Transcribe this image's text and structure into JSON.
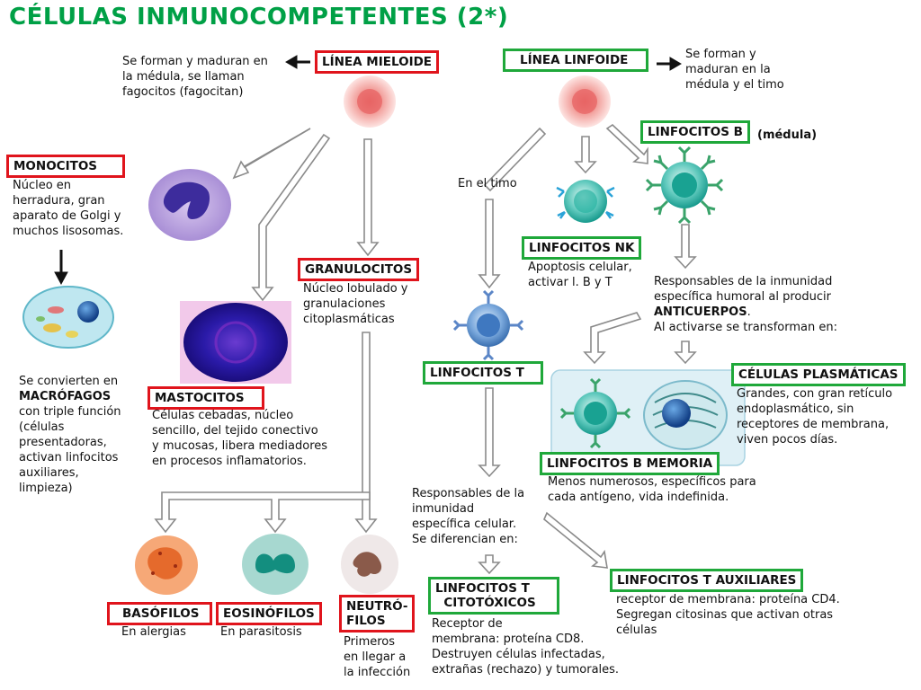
{
  "title": "CÉLULAS INMUNOCOMPETENTES (2*)",
  "mieloide": {
    "label": "LÍNEA MIELOIDE",
    "note": "Se forman y maduran en\nla médula, se llaman\nfagocitos (fagocitan)"
  },
  "linfoide": {
    "label": "LÍNEA LINFOIDE",
    "note": "Se forman y\nmaduran en la\nmédula y el timo"
  },
  "monocitos": {
    "label": "MONOCITOS",
    "desc": "Núcleo en\nherradura, gran\naparato de Golgi y\nmuchos lisosomas."
  },
  "macrofagos": {
    "pre": "Se convierten en",
    "bold": "MACRÓFAGOS",
    "desc": "con triple función\n(células\npresentadoras,\nactivan linfocitos\nauxiliares,\nlimpieza)"
  },
  "granulocitos": {
    "label": "GRANULOCITOS",
    "desc": "Núcleo lobulado y\ngranulaciones\ncitoplasmáticas"
  },
  "mastocitos": {
    "label": "MASTOCITOS",
    "desc": " Células cebadas, núcleo\nsencillo, del tejido conectivo\ny mucosas, libera mediadores\nen procesos inflamatorios."
  },
  "basofilos": {
    "label": "BASÓFILOS",
    "desc": "En alergias"
  },
  "eosinofilos": {
    "label": "EOSINÓFILOS",
    "desc": "En parasitosis"
  },
  "neutrofilos": {
    "label": "NEUTRÓ-\nFILOS",
    "desc": "Primeros\nen llegar a\nla infección"
  },
  "timo": "En el timo",
  "linfocitos_b": {
    "label": "LINFOCITOS B",
    "suffix": "(médula)"
  },
  "linfocitos_nk": {
    "label": "LINFOCITOS NK",
    "desc": "Apoptosis celular,\nactivar l. B y T"
  },
  "humoral": {
    "text": "Responsables de la inmunidad\nespecífica humoral al producir",
    "bold": "ANTICUERPOS",
    "after": ".",
    "text2": "Al activarse se transforman en:"
  },
  "linfocitos_t": {
    "label": "LINFOCITOS T"
  },
  "plasmaticas": {
    "label": "CÉLULAS PLASMÁTICAS",
    "desc": "Grandes, con gran retículo\nendoplasmático, sin\nreceptores de membrana,\nviven pocos días."
  },
  "b_memoria": {
    "label": "LINFOCITOS B MEMORIA",
    "desc": "Menos numerosos, específicos para\ncada antígeno, vida indefinida."
  },
  "celular": {
    "text": "Responsables de la\ninmunidad\nespecífica celular.\nSe diferencian en:"
  },
  "citotoxicos": {
    "label": "LINFOCITOS T\n  CITOTÓXICOS",
    "desc": "Receptor de\nmembrana: proteína CD8.\nDestruyen células infectadas,\nextrañas (rechazo) y tumorales."
  },
  "auxiliares": {
    "label": "LINFOCITOS T AUXILIARES",
    "desc": "receptor de membrana: proteína CD4.\nSegregan citosinas que activan otras\ncélulas"
  },
  "colors": {
    "title": "#00a046",
    "red_box": "#e0141c",
    "green_box": "#1fa83a"
  }
}
